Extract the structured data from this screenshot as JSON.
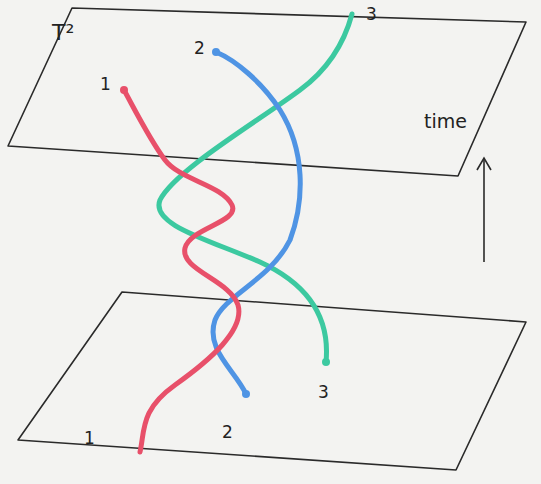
{
  "diagram": {
    "labels": [
      "T²",
      "1",
      "2",
      "3",
      "time",
      "1",
      "2",
      "3"
    ]
  }
}
